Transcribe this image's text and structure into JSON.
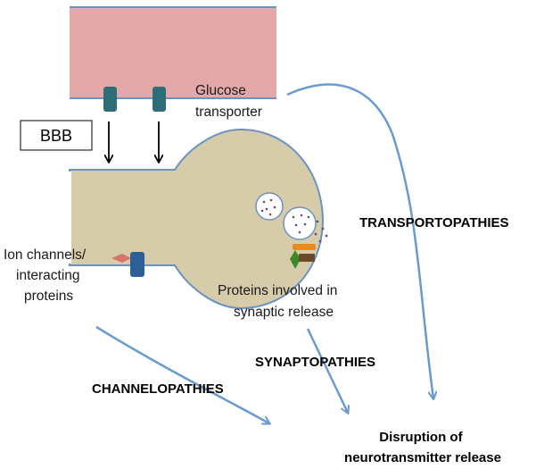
{
  "labels": {
    "bbb": "BBB",
    "glucose_transporter": [
      "Glucose",
      "transporter"
    ],
    "ion_channels": [
      "Ion channels/",
      "interacting",
      "proteins"
    ],
    "synaptic_proteins": [
      "Proteins involved in",
      "synaptic release"
    ],
    "transportopathies": "TRANSPORTOPATHIES",
    "synaptopathies": "SYNAPTOPATHIES",
    "channelopathies": "CHANNELOPATHIES",
    "disruption": [
      "Disruption of",
      "neurotransmitter release"
    ]
  },
  "colors": {
    "blood_vessel": "#e5a8a8",
    "neuron": "#d6ccaa",
    "membrane": "#6a93c4",
    "transporter": "#2e6f77",
    "ion_channel": "#2b5f95",
    "interacting_protein": "#d9736a",
    "arrow": "#6a9bd0",
    "vesicle_dots": "#6b4a8a",
    "synaptic_orange": "#e98a1f",
    "synaptic_green": "#3b8a2a",
    "synaptic_brown": "#6a4a2a"
  }
}
